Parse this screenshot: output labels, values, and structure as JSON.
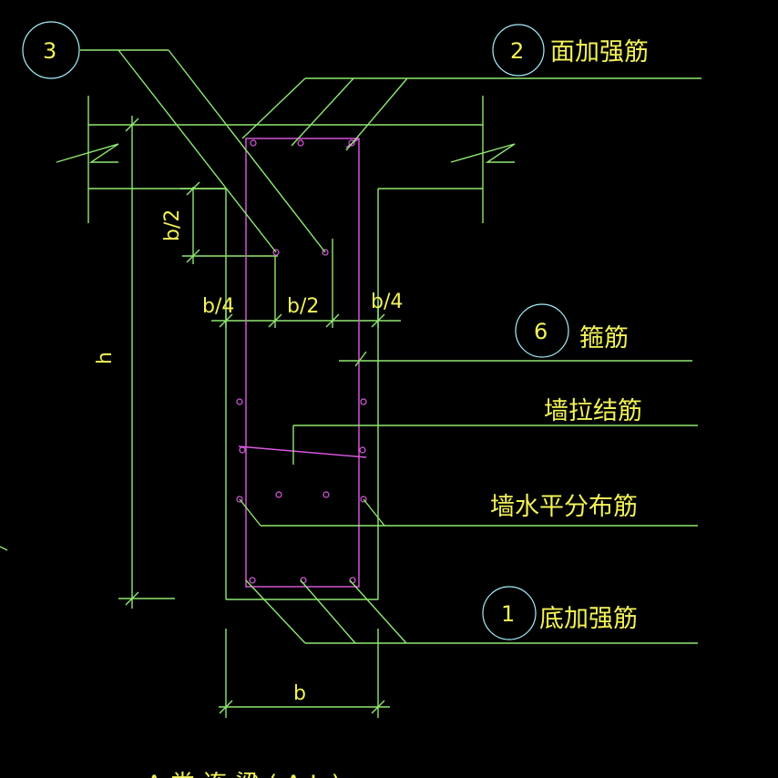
{
  "labels": {
    "top_rebar": "面加强筋",
    "stirrup": "箍筋",
    "wall_tie": "墙拉结筋",
    "wall_horizontal": "墙水平分布筋",
    "bottom_rebar": "底加强筋"
  },
  "callouts": {
    "c3": "3",
    "c2": "2",
    "c6": "6",
    "c1": "1"
  },
  "dimensions": {
    "h": "h",
    "b": "b",
    "b2_vertical": "b/2",
    "b4_left": "b/4",
    "b2_mid": "b/2",
    "b4_right": "b/4"
  },
  "title_partial": "A 类 连 梁 ( A L )",
  "colors": {
    "background": "#000000",
    "lines": "#8fe870",
    "rebar": "#e15ae6",
    "text": "#f2f25a",
    "circles": "#a6f0ff"
  }
}
